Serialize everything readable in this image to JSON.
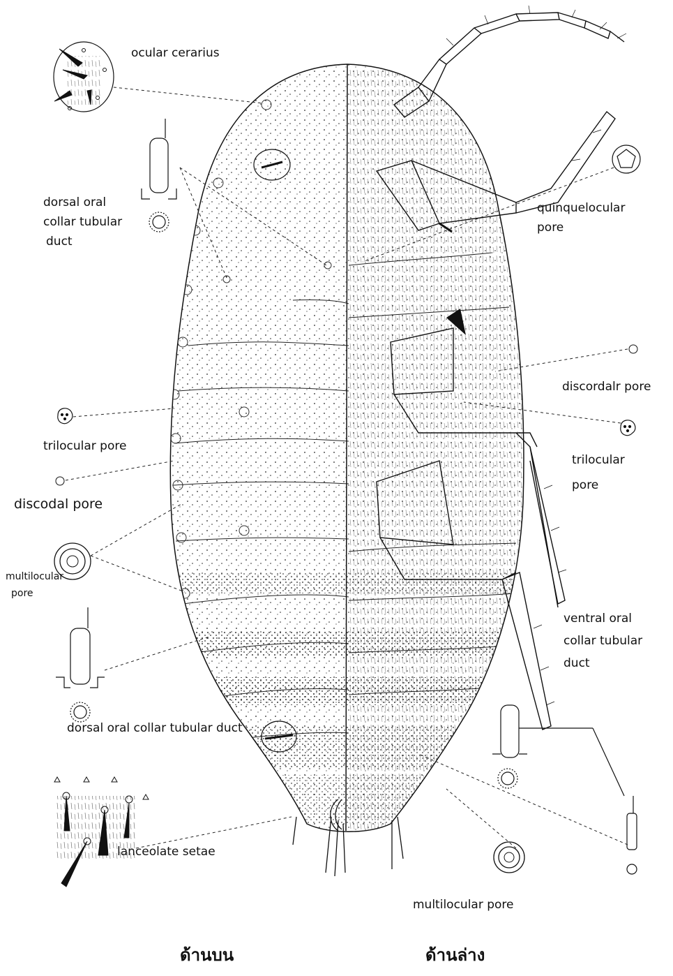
{
  "labels": {
    "ocular_cerarius": "ocular cerarius",
    "dorsal_oral_collar_tubular_duct_top": [
      "dorsal oral",
      "collar tubular",
      "duct"
    ],
    "quinquelocular_pore": [
      "quinquelocular",
      "pore"
    ],
    "discordalr_pore": "discordalr pore",
    "trilocular_pore_left": "trilocular pore",
    "trilocular_pore_right": [
      "trilocular",
      "pore"
    ],
    "discodal_pore": "discodal pore",
    "multilocular_pore_left": [
      "multilocular",
      "pore"
    ],
    "ventral_oral_collar_tubular_duct": [
      "ventral oral",
      "collar tubular",
      "duct"
    ],
    "dorsal_oral_collar_tubular_duct_bottom": "dorsal oral collar tubular duct",
    "lanceolate_setae": "lanceolate setae",
    "multilocular_pore_bottom": "multilocular pore",
    "dorsal_view_caption": "ด้านบน",
    "ventral_view_caption": "ด้านล่าง"
  },
  "colors": {
    "ink": "#111111",
    "background": "#ffffff"
  }
}
